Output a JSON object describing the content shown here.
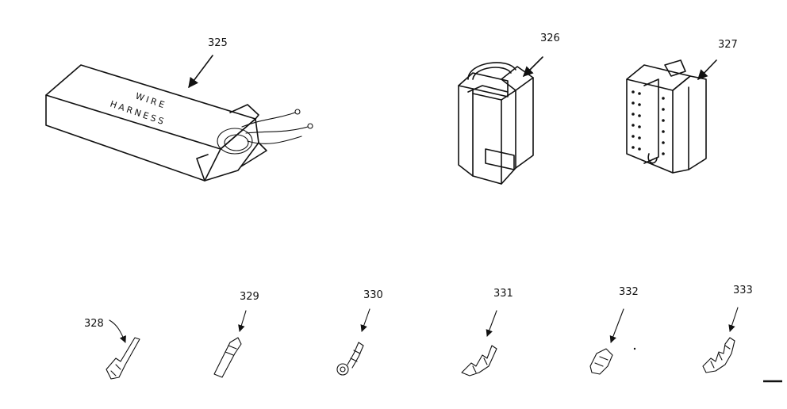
{
  "parts": [
    {
      "number": "325",
      "name": "wire-harness",
      "box_text_line1": "WIRE",
      "box_text_line2": "HARNESS"
    },
    {
      "number": "326",
      "name": "connector-housing"
    },
    {
      "number": "327",
      "name": "connector-housing-pins"
    },
    {
      "number": "328",
      "name": "terminal"
    },
    {
      "number": "329",
      "name": "terminal"
    },
    {
      "number": "330",
      "name": "ring-terminal"
    },
    {
      "number": "331",
      "name": "terminal"
    },
    {
      "number": "332",
      "name": "terminal"
    },
    {
      "number": "333",
      "name": "terminal"
    }
  ]
}
